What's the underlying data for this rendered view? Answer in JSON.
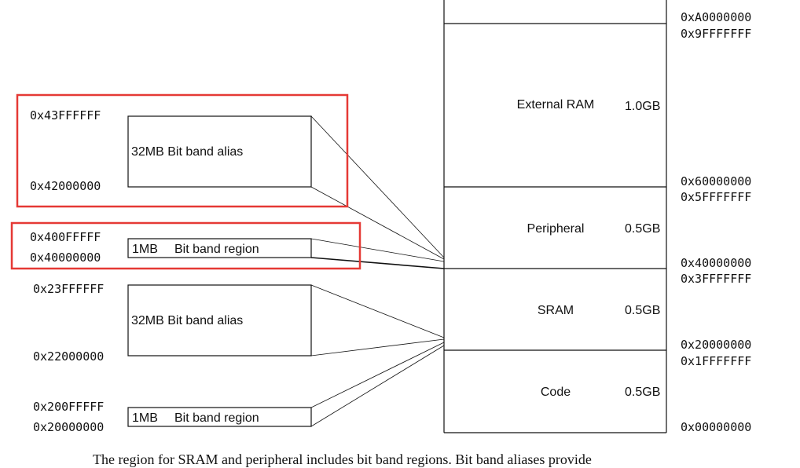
{
  "memory_map": {
    "regions": [
      {
        "name": "External RAM",
        "size": "1.0GB"
      },
      {
        "name": "Peripheral",
        "size": "0.5GB"
      },
      {
        "name": "SRAM",
        "size": "0.5GB"
      },
      {
        "name": "Code",
        "size": "0.5GB"
      }
    ],
    "boundary_labels": {
      "top_a": "0xA0000000",
      "top_b": "0x9FFFFFFF",
      "ext_low": "0x60000000",
      "periph_high": "0x5FFFFFFF",
      "periph_low": "0x40000000",
      "sram_high": "0x3FFFFFFF",
      "sram_low": "0x20000000",
      "code_high": "0x1FFFFFFF",
      "code_low": "0x00000000"
    }
  },
  "bitband": {
    "periph_alias": {
      "label": "32MB  Bit band alias",
      "addr_high": "0x43FFFFFF",
      "addr_low": "0x42000000"
    },
    "periph_region": {
      "label_size": "1MB",
      "label_name": "Bit band region",
      "addr_high": "0x400FFFFF",
      "addr_low": "0x40000000"
    },
    "sram_alias": {
      "label": "32MB  Bit band alias",
      "addr_high": "0x23FFFFFF",
      "addr_low": "0x22000000"
    },
    "sram_region": {
      "label_size": "1MB",
      "label_name": "Bit band region",
      "addr_high": "0x200FFFFF",
      "addr_low": "0x20000000"
    }
  },
  "highlight_color": "#e53935",
  "caption": "The region for SRAM and peripheral includes bit band regions. Bit band aliases provide"
}
